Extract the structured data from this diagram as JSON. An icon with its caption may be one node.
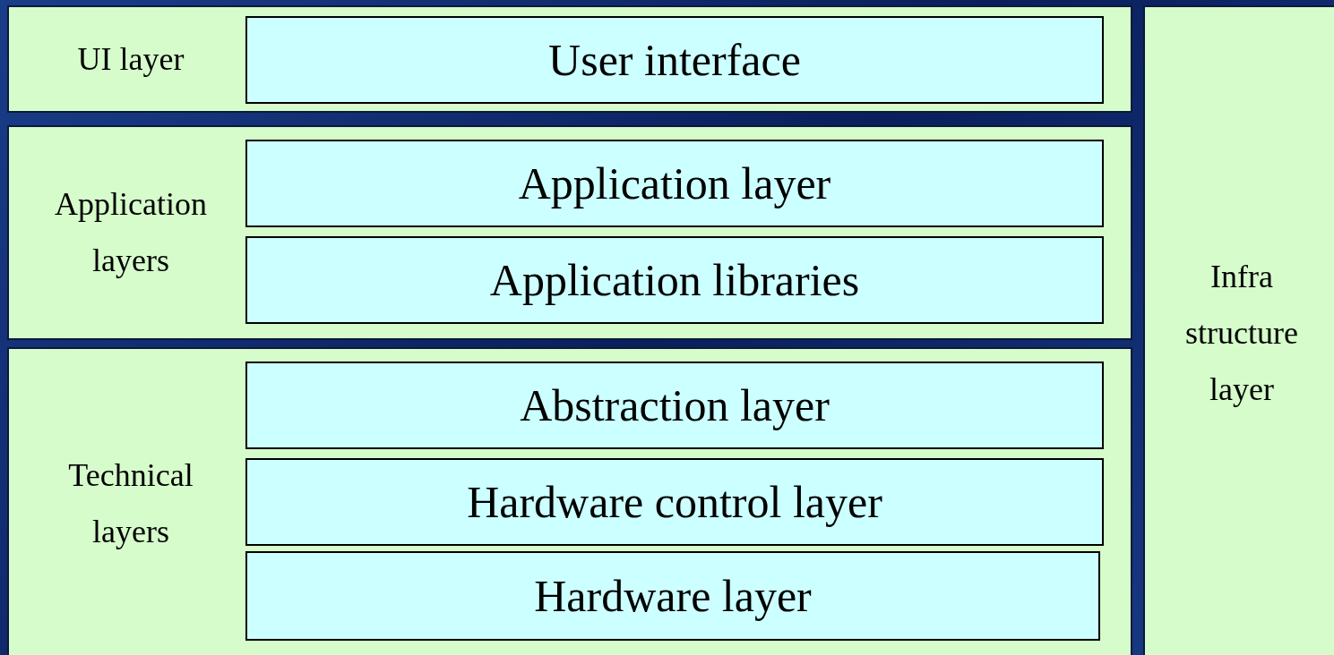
{
  "diagram": {
    "nodes": [
      {
        "text": [
          "UI layer"
        ]
      },
      {
        "text": [
          "User interface"
        ],
        "in": 0
      },
      {
        "text": [
          "Application layers"
        ]
      },
      {
        "text": [
          "Application layer"
        ],
        "in": 2
      },
      {
        "text": [
          "Application libraries"
        ],
        "in": 2
      },
      {
        "text": [
          "Technical layers"
        ]
      },
      {
        "text": [
          "Abstraction layer"
        ],
        "in": 5
      },
      {
        "text": [
          "Hardware control layer"
        ],
        "in": 5
      },
      {
        "text": [
          "Hardware layer"
        ],
        "in": 5
      },
      {
        "text": [
          "Infra structure layer"
        ]
      }
    ]
  }
}
